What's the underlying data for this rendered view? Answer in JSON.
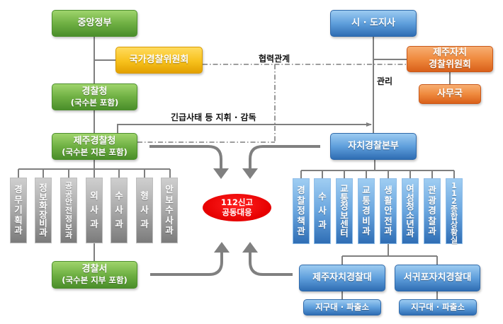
{
  "central": {
    "central_government": "중앙정부",
    "national_police_committee": "국가경찰위원회",
    "national_police_agency": {
      "title": "경찰청",
      "subtitle": "(국수본 포함)"
    },
    "jeju_police_agency": {
      "title": "제주경찰청",
      "subtitle": "(국수본 지본 포함)"
    },
    "departments": [
      "경무기획과",
      "정보화장비과",
      "공공안전정보과",
      "외사과",
      "수사과",
      "형사과",
      "안보수사과"
    ],
    "police_station": {
      "title": "경찰서",
      "subtitle": "(국수본 지부 포함)"
    }
  },
  "autonomous": {
    "governor": "시 · 도지사",
    "jeju_committee": {
      "line1": "제주자치",
      "line2": "경찰위원회"
    },
    "secretariat": "사무국",
    "headquarters": "자치경찰본부",
    "departments": [
      "경찰정책관",
      "수사과",
      "교통정보센터",
      "교통경비과",
      "생활안전과",
      "여성청소년과",
      "관광경찰과",
      "112종합상황실"
    ],
    "units": [
      {
        "name": "제주자치경찰대",
        "sub": "지구대 · 파출소"
      },
      {
        "name": "서귀포자치경찰대",
        "sub": "지구대 · 파출소"
      }
    ]
  },
  "relations": {
    "cooperation": "협력관계",
    "management": "관리",
    "emergency_command": "긴급사태 등 지휘 · 감독"
  },
  "joint_response": {
    "line1": "112신고",
    "line2": "공동대응"
  },
  "colors": {
    "national_nodes": "#6fb043",
    "national_committee": "#f7c11c",
    "autonomous_nodes": "#5f9fdc",
    "autonomous_committee": "#ef8a3e",
    "national_departments": "#a5a5a5",
    "joint_response": "#e60000",
    "connector": "#7f7f7f"
  }
}
